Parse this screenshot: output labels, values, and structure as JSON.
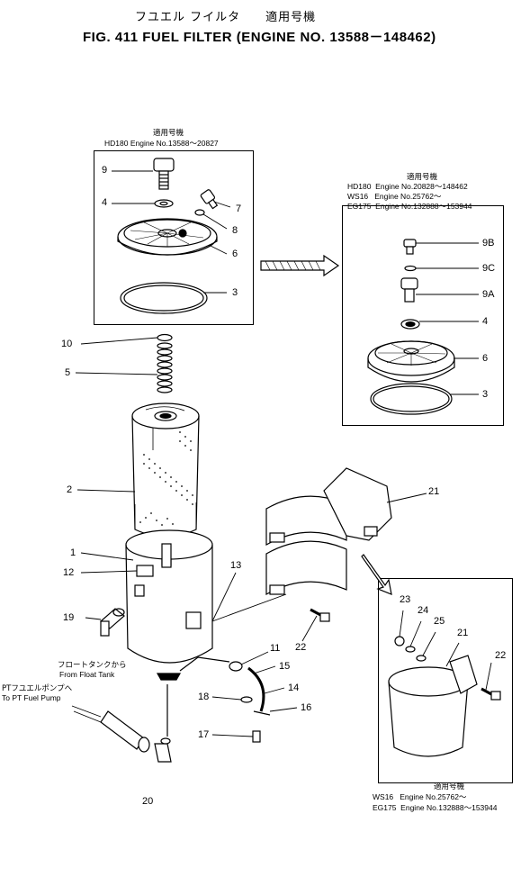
{
  "title": {
    "japanese": "フユエル フイルタ　　適用号機",
    "english": "FIG. 411  FUEL FILTER (ENGINE NO. 13588－148462)"
  },
  "box_top_left": {
    "heading": "適用号機",
    "engine": "HD180 Engine No.13588～20827"
  },
  "box_top_right": {
    "heading": "適用号機",
    "engines": [
      "HD180  Engine No.20828～148462",
      "WS16   Engine No.25762～",
      "EG175  Engine No.132888～153944"
    ]
  },
  "box_bottom_right": {
    "heading": "適用号機",
    "engines": [
      "WS16   Engine No.25762～",
      "EG175  Engine No.132888～153944"
    ]
  },
  "notes": {
    "float_tank_jp": "フロートタンクから",
    "float_tank_en": "From Float Tank",
    "pump_jp": "PTフユエルポンプへ",
    "pump_en": "To PT Fuel Pump"
  },
  "callouts": {
    "c9": "9",
    "c4": "4",
    "c7": "7",
    "c8": "8",
    "c6": "6",
    "c3": "3",
    "r9b": "9B",
    "r9c": "9C",
    "r9a": "9A",
    "r4": "4",
    "r6": "6",
    "r3": "3",
    "c10": "10",
    "c5": "5",
    "c2": "2",
    "c1": "1",
    "c12": "12",
    "c13": "13",
    "c19": "19",
    "c21": "21",
    "c22": "22",
    "c11": "11",
    "c15": "15",
    "c14": "14",
    "c18": "18",
    "c16": "16",
    "c17": "17",
    "c20": "20",
    "b23": "23",
    "b24": "24",
    "b25": "25",
    "b21": "21",
    "b22": "22"
  }
}
